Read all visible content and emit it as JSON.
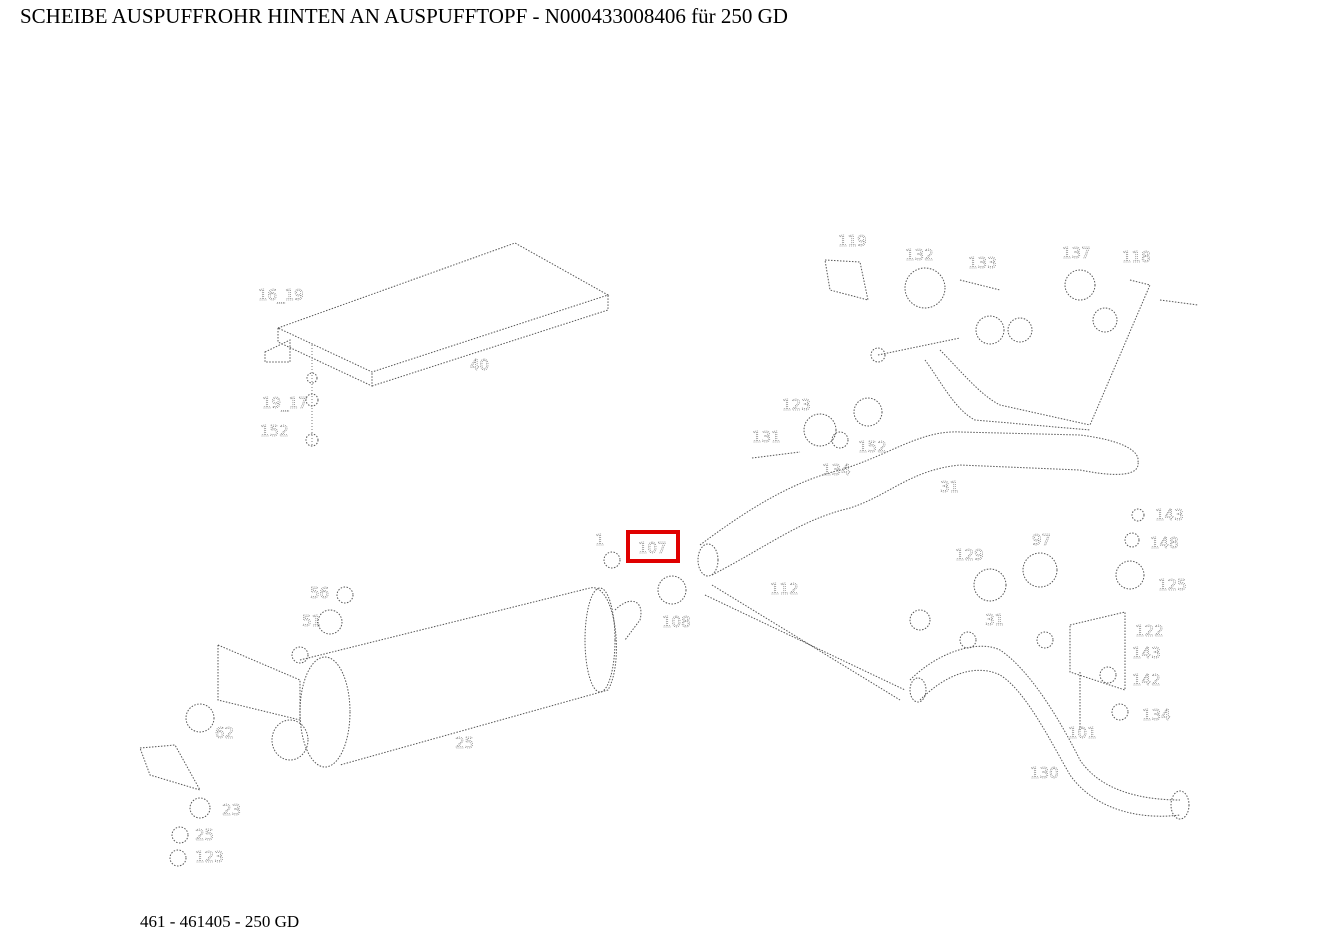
{
  "header": {
    "title": "SCHEIBE AUSPUFFROHR HINTEN AN AUSPUFFTOPF - N000433008406 für 250 GD"
  },
  "footer": {
    "caption": "461 - 461405 - 250 GD"
  },
  "colors": {
    "highlight": "#e00000",
    "line": "#555555"
  },
  "callouts": {
    "c1": "16_19",
    "c2": "40",
    "c3": "19_17",
    "c4": "152",
    "c5": "119",
    "c6": "132",
    "c7": "133",
    "c8": "137",
    "c9": "118",
    "c10": "123",
    "c11": "131",
    "c12": "152",
    "c13": "134",
    "c14": "31",
    "c15": "1",
    "c16": "107",
    "c17": "108",
    "c18": "112",
    "c19": "25",
    "c20": "143",
    "c21": "148",
    "c22": "129",
    "c23": "97",
    "c24": "125",
    "c25": "122",
    "c26": "143",
    "c27": "142",
    "c28": "134",
    "c29": "101",
    "c30": "130",
    "c31": "56",
    "c32": "51",
    "c33": "62",
    "c34": "23",
    "c35": "25",
    "c36": "123",
    "c37": "31"
  }
}
